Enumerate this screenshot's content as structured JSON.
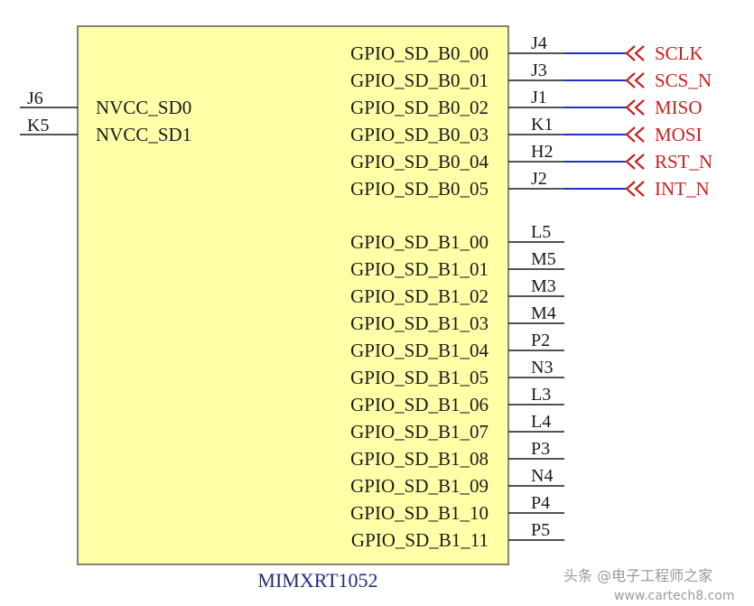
{
  "colors": {
    "body_fill": "#ffffa8",
    "body_stroke": "#5a5a5a",
    "wire": "#1a1a1a",
    "net_wire": "#1f2fc8",
    "net_label": "#c8201e",
    "part_name": "#1f2f7a",
    "watermark": "#9a9a9a"
  },
  "component": {
    "name": "MIMXRT1052",
    "left_pins": [
      {
        "name": "NVCC_SD0",
        "pad": "J6"
      },
      {
        "name": "NVCC_SD1",
        "pad": "K5"
      }
    ],
    "right_pins_b0": [
      {
        "name": "GPIO_SD_B0_00",
        "pad": "J4",
        "net": "SCLK"
      },
      {
        "name": "GPIO_SD_B0_01",
        "pad": "J3",
        "net": "SCS_N"
      },
      {
        "name": "GPIO_SD_B0_02",
        "pad": "J1",
        "net": "MISO"
      },
      {
        "name": "GPIO_SD_B0_03",
        "pad": "K1",
        "net": "MOSI"
      },
      {
        "name": "GPIO_SD_B0_04",
        "pad": "H2",
        "net": "RST_N"
      },
      {
        "name": "GPIO_SD_B0_05",
        "pad": "J2",
        "net": "INT_N"
      }
    ],
    "right_pins_b1": [
      {
        "name": "GPIO_SD_B1_00",
        "pad": "L5"
      },
      {
        "name": "GPIO_SD_B1_01",
        "pad": "M5"
      },
      {
        "name": "GPIO_SD_B1_02",
        "pad": "M3"
      },
      {
        "name": "GPIO_SD_B1_03",
        "pad": "M4"
      },
      {
        "name": "GPIO_SD_B1_04",
        "pad": "P2"
      },
      {
        "name": "GPIO_SD_B1_05",
        "pad": "N3"
      },
      {
        "name": "GPIO_SD_B1_06",
        "pad": "L3"
      },
      {
        "name": "GPIO_SD_B1_07",
        "pad": "L4"
      },
      {
        "name": "GPIO_SD_B1_08",
        "pad": "P3"
      },
      {
        "name": "GPIO_SD_B1_09",
        "pad": "N4"
      },
      {
        "name": "GPIO_SD_B1_10",
        "pad": "P4"
      },
      {
        "name": "GPIO_SD_B1_11",
        "pad": "P5"
      }
    ]
  },
  "watermark": {
    "text": "头条 @电子工程师之家",
    "site": "www.cartech8.com"
  }
}
